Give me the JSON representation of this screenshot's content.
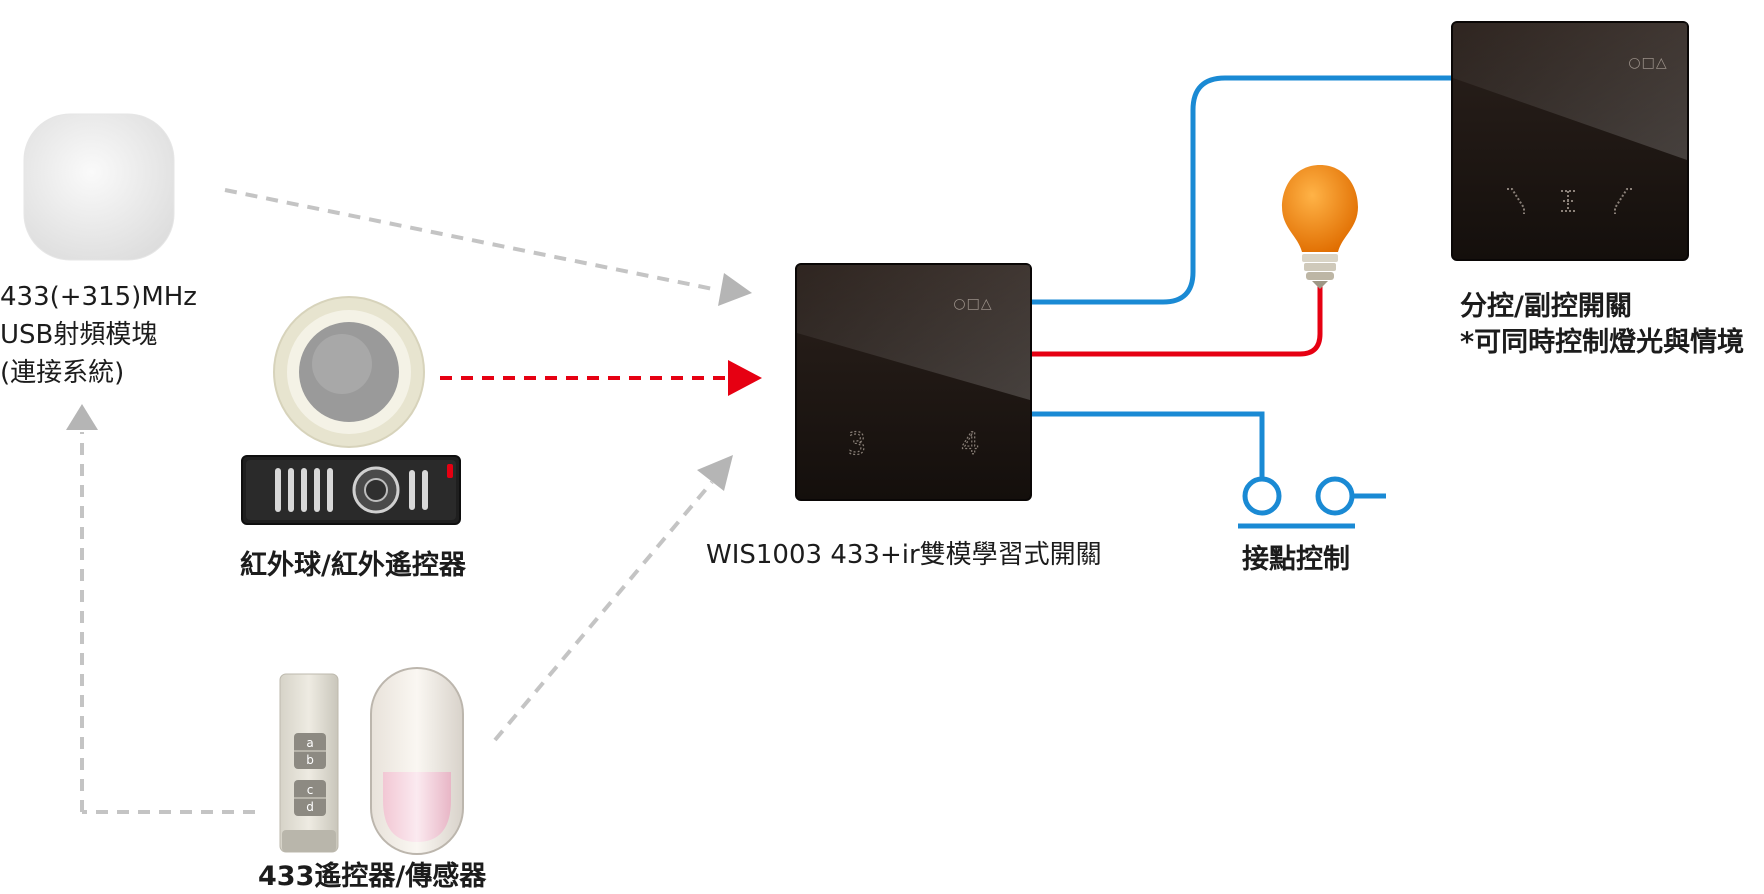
{
  "usb_module": {
    "line1": "433(+315)MHz",
    "line2": "USB射頻模塊",
    "line3": "(連接系統)"
  },
  "ir_devices": {
    "label": "紅外球/紅外遙控器"
  },
  "rf_devices": {
    "label": "433遙控器/傳感器",
    "remote_buttons": [
      "a",
      "b",
      "c",
      "d"
    ]
  },
  "main_switch": {
    "label": "WIS1003 433+ir雙模學習式開關",
    "mode_icons": "○□△",
    "keys": [
      "3",
      "4"
    ]
  },
  "sub_switch": {
    "line1": "分控/副控開關",
    "line2": "*可同時控制燈光與情境",
    "mode_icons": "○□△"
  },
  "contact": {
    "label": "接點控制"
  },
  "colors": {
    "wire_blue": "#1a8ad4",
    "wire_red": "#e60012",
    "ir_arrow": "#e60012",
    "rf_arrow": "#b8b8b8",
    "bulb": "#f08a00",
    "panel": "#1e1612"
  }
}
